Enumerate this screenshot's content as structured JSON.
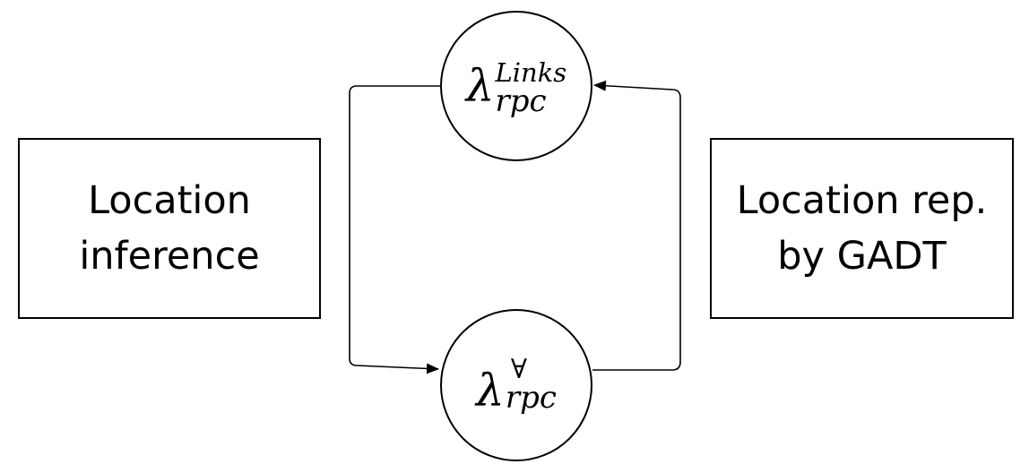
{
  "boxes": {
    "left": {
      "line1": "Location",
      "line2": "inference"
    },
    "right": {
      "line1": "Location rep.",
      "line2": "by GADT"
    }
  },
  "nodes": {
    "top": {
      "base": "λ",
      "superscript": "Links",
      "subscript": "rpc"
    },
    "bottom": {
      "base": "λ",
      "superscript": "∀",
      "subscript": "rpc"
    }
  },
  "colors": {
    "stroke": "#000000",
    "background": "#ffffff"
  }
}
